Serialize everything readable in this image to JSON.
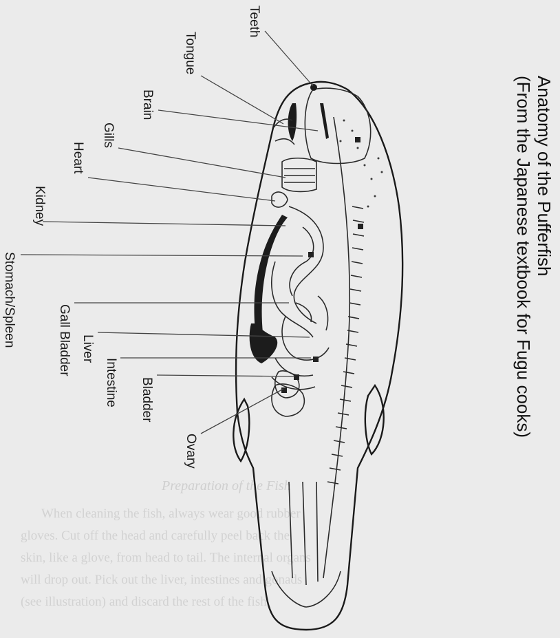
{
  "title": {
    "line1": "Anatomy of the Pufferfish",
    "line2": "(From the Japanese textbook for Fugu cooks)"
  },
  "labels": {
    "teeth": "Teeth",
    "tongue": "Tongue",
    "brain": "Brain",
    "gills": "Gills",
    "heart": "Heart",
    "kidney": "Kidney",
    "stomach_spleen": "Stomach/Spleen",
    "gall_bladder": "Gall Bladder",
    "liver": "Liver",
    "intestine": "Intestine",
    "bladder": "Bladder",
    "ovary": "Ovary"
  },
  "background_text": {
    "subheading": "Preparation of the Fish",
    "para_line1": "When cleaning the fish, always wear good rubber",
    "para_line2": "gloves. Cut off the head and carefully peel back the",
    "para_line3": "skin, like a glove, from head to tail. The internal organs",
    "para_line4": "will drop out. Pick out the liver, intestines and gonads",
    "para_line5": "(see illustration) and discard the rest of the fish."
  }
}
